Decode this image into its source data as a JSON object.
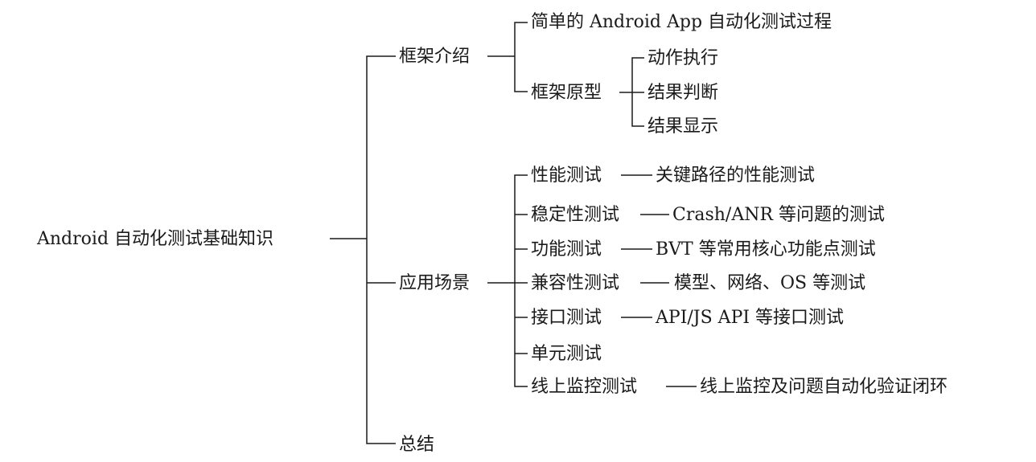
{
  "root": "Android 自动化测试基础知识",
  "branches": [
    {
      "label": "框架介绍",
      "children": [
        {
          "label": "简单的 Android App 自动化测试过程"
        },
        {
          "label": "框架原型",
          "children": [
            {
              "label": "动作执行"
            },
            {
              "label": "结果判断"
            },
            {
              "label": "结果显示"
            }
          ]
        }
      ]
    },
    {
      "label": "应用场景",
      "children": [
        {
          "label": "性能测试",
          "detail": "关键路径的性能测试"
        },
        {
          "label": "稳定性测试",
          "detail": "Crash/ANR 等问题的测试"
        },
        {
          "label": "功能测试",
          "detail": "BVT 等常用核心功能点测试"
        },
        {
          "label": "兼容性测试",
          "detail": "模型、网络、OS 等测试"
        },
        {
          "label": "接口测试",
          "detail": "API/JS API 等接口测试"
        },
        {
          "label": "单元测试"
        },
        {
          "label": "线上监控测试",
          "detail": "线上监控及问题自动化验证闭环"
        }
      ]
    },
    {
      "label": "总结"
    }
  ]
}
